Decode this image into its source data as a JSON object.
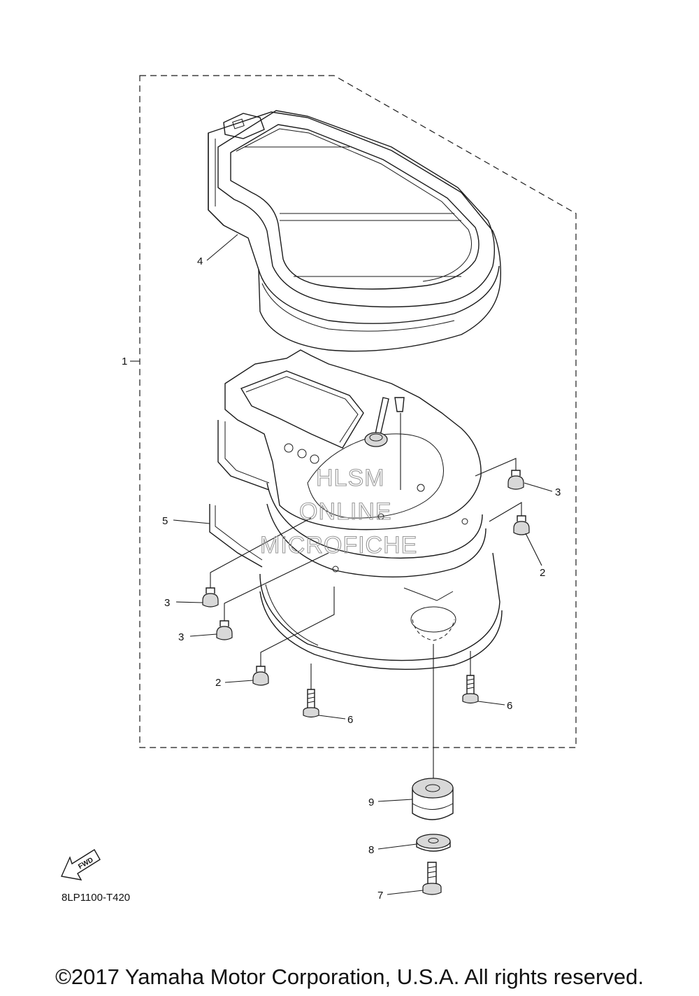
{
  "diagram": {
    "callouts": {
      "c1": "1",
      "c2a": "2",
      "c2b": "2",
      "c3a": "3",
      "c3b": "3",
      "c3c": "3",
      "c4": "4",
      "c5": "5",
      "c6a": "6",
      "c6b": "6",
      "c7": "7",
      "c8": "8",
      "c9": "9"
    },
    "fwd_label": "FWD",
    "drawing_code": "8LP1100-T420",
    "watermark": [
      "HLSM",
      "ONLINE",
      "MICROFICHE"
    ]
  },
  "footer": {
    "copyright": "©2017 Yamaha Motor Corporation, U.S.A. All rights reserved."
  }
}
